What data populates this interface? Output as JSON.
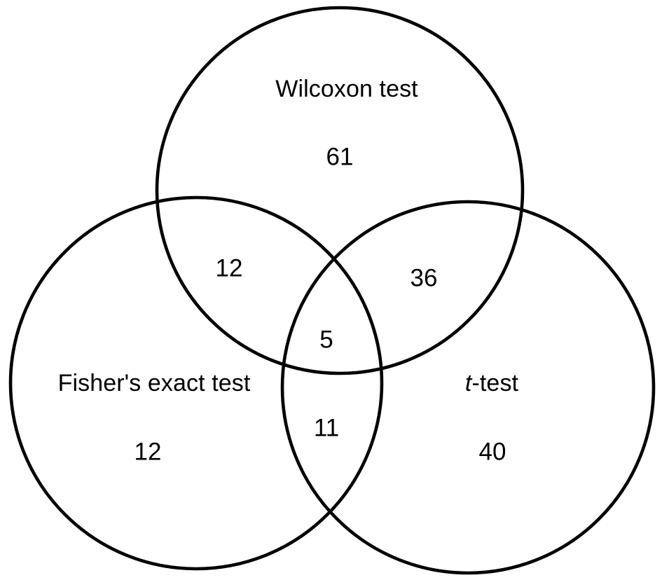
{
  "figure": {
    "type": "venn-3",
    "background_color": "#ffffff",
    "stroke_color": "#000000"
  },
  "chart_data": {
    "type": "venn",
    "title": "",
    "sets": [
      {
        "id": "wilcoxon",
        "label": "Wilcoxon  test",
        "position": "top",
        "only_value": 61
      },
      {
        "id": "fisher",
        "label": "Fisher's exact test",
        "position": "bottom-left",
        "only_value": 12
      },
      {
        "id": "ttest",
        "label_prefix": "t",
        "label_suffix": "-test",
        "label": "t-test",
        "position": "bottom-right",
        "only_value": 40
      }
    ],
    "regions": [
      {
        "id": "wilcoxon-only",
        "sets": [
          "wilcoxon"
        ],
        "value": 61
      },
      {
        "id": "fisher-only",
        "sets": [
          "fisher"
        ],
        "value": 12
      },
      {
        "id": "ttest-only",
        "sets": [
          "ttest"
        ],
        "value": 40
      },
      {
        "id": "wilcoxon-fisher",
        "sets": [
          "wilcoxon",
          "fisher"
        ],
        "value": 12
      },
      {
        "id": "wilcoxon-ttest",
        "sets": [
          "wilcoxon",
          "ttest"
        ],
        "value": 36
      },
      {
        "id": "fisher-ttest",
        "sets": [
          "fisher",
          "ttest"
        ],
        "value": 11
      },
      {
        "id": "all-three",
        "sets": [
          "wilcoxon",
          "fisher",
          "ttest"
        ],
        "value": 5
      }
    ],
    "legend": "none",
    "grid": false
  },
  "labels": {
    "wilcoxon_title": "Wilcoxon  test",
    "wilcoxon_count": "61",
    "fisher_title": "Fisher's exact test",
    "fisher_count": "12",
    "ttest_title_italic": "t",
    "ttest_title_rest": "-test",
    "ttest_count": "40",
    "wilcoxon_fisher_count": "12",
    "wilcoxon_ttest_count": "36",
    "fisher_ttest_count": "11",
    "all_three_count": "5"
  }
}
